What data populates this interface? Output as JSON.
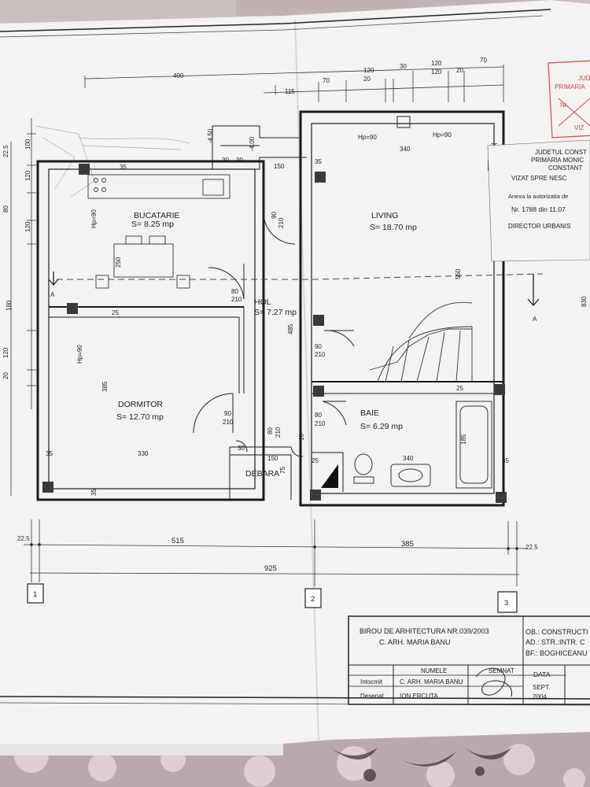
{
  "rooms": {
    "bucatarie": {
      "name": "BUCATARIE",
      "area": "S= 8.25 mp"
    },
    "living": {
      "name": "LIVING",
      "area": "S= 18.70 mp"
    },
    "hol": {
      "name": "HOL",
      "area": "S= 7.27 mp"
    },
    "dormitor": {
      "name": "DORMITOR",
      "area": "S= 12.70 mp"
    },
    "baie": {
      "name": "BAIE",
      "area": "S= 6.29 mp"
    },
    "debara": {
      "name": "DEBARA"
    }
  },
  "dimensions": {
    "top_400": "400",
    "top_115": "115",
    "top_70a": "70",
    "top_120a": "120",
    "top_20": "20",
    "top_30": "30",
    "top_120b": "120",
    "top_120c": "120",
    "top_20b": "20",
    "top_70b": "70",
    "stair_30a": "30",
    "stair_30b": "30",
    "stair_150": "150",
    "stair_410": "-4.50",
    "stair_400": "-4.00",
    "kitchen_35": "35",
    "living_340": "340",
    "living_35": "35",
    "living_35b": "35",
    "living_550": "550",
    "hp90a": "Hp=90",
    "hp90b": "Hp=90",
    "hp90c": "Hp=90",
    "hp90d": "Hp=90",
    "door_90_210a": "90",
    "door_90_210a2": "210",
    "door_80_210": "80",
    "door_80_210b": "210",
    "door_90_210b": "90",
    "door_90_210b2": "210",
    "door_90_210c": "90",
    "door_90_210c2": "210",
    "door_80_210c": "80",
    "door_80_210c2": "210",
    "door_80_210d": "80",
    "door_80_210d2": "210",
    "hol_485": "485",
    "bed_385": "385",
    "bed_330": "330",
    "bed_35": "35",
    "bed_35b": "35",
    "bath_340": "340",
    "bath_185": "185",
    "bath_35": "35",
    "bath_25": "25",
    "deb_150": "150",
    "deb_75": "75",
    "deb_25": "25",
    "deb_10": "10",
    "deb_30": "30",
    "k_25": "25",
    "k_250": "250",
    "left_225": "22.5",
    "left_100": "100",
    "left_120": "120",
    "left_80": "80",
    "left_120b": "120",
    "left_180": "180",
    "left_120c": "120",
    "left_20": "20",
    "right_830": "830",
    "bot_225a": "22.5",
    "bot_515": "515",
    "bot_385": "385",
    "bot_225b": "22.5",
    "bot_925": "925",
    "axis_1": "1",
    "axis_2": "2",
    "axis_3": "3",
    "section_a": "A",
    "section_a2": "A"
  },
  "title_block": {
    "office": "BIROU DE ARHITECTURA NR.039/2003",
    "architect": "C. ARH. MARIA BANU",
    "ob": "OB.: CONSTRUCTI",
    "ad": "AD.: STR.:INTR. C",
    "bf": "BF.: BOGHICEANU",
    "col_numele": "NUMELE",
    "col_semnat": "SEMNAT",
    "col_data": "DATA",
    "row1_role": "Intocmit",
    "row1_name": "C. ARH. MARIA BANU",
    "row2_role": "Desenat",
    "row2_name": "ION ERCUTA",
    "date": "SEPT.",
    "year": "2004"
  },
  "stamp": {
    "line1": "JUDETUL CONST",
    "line2": "PRIMARIA MONIC",
    "line3": "CONSTANT",
    "line4": "VIZAT SPRE NESC",
    "line5": "Anexa la autorizatia de",
    "line6_nr": "Nr. 1788 din 11.07",
    "line7": "DIRECTOR URBANIS",
    "red1": "JUD",
    "red2": "PRIMARIA",
    "red3": "Nr.",
    "red4": "VIZ"
  }
}
